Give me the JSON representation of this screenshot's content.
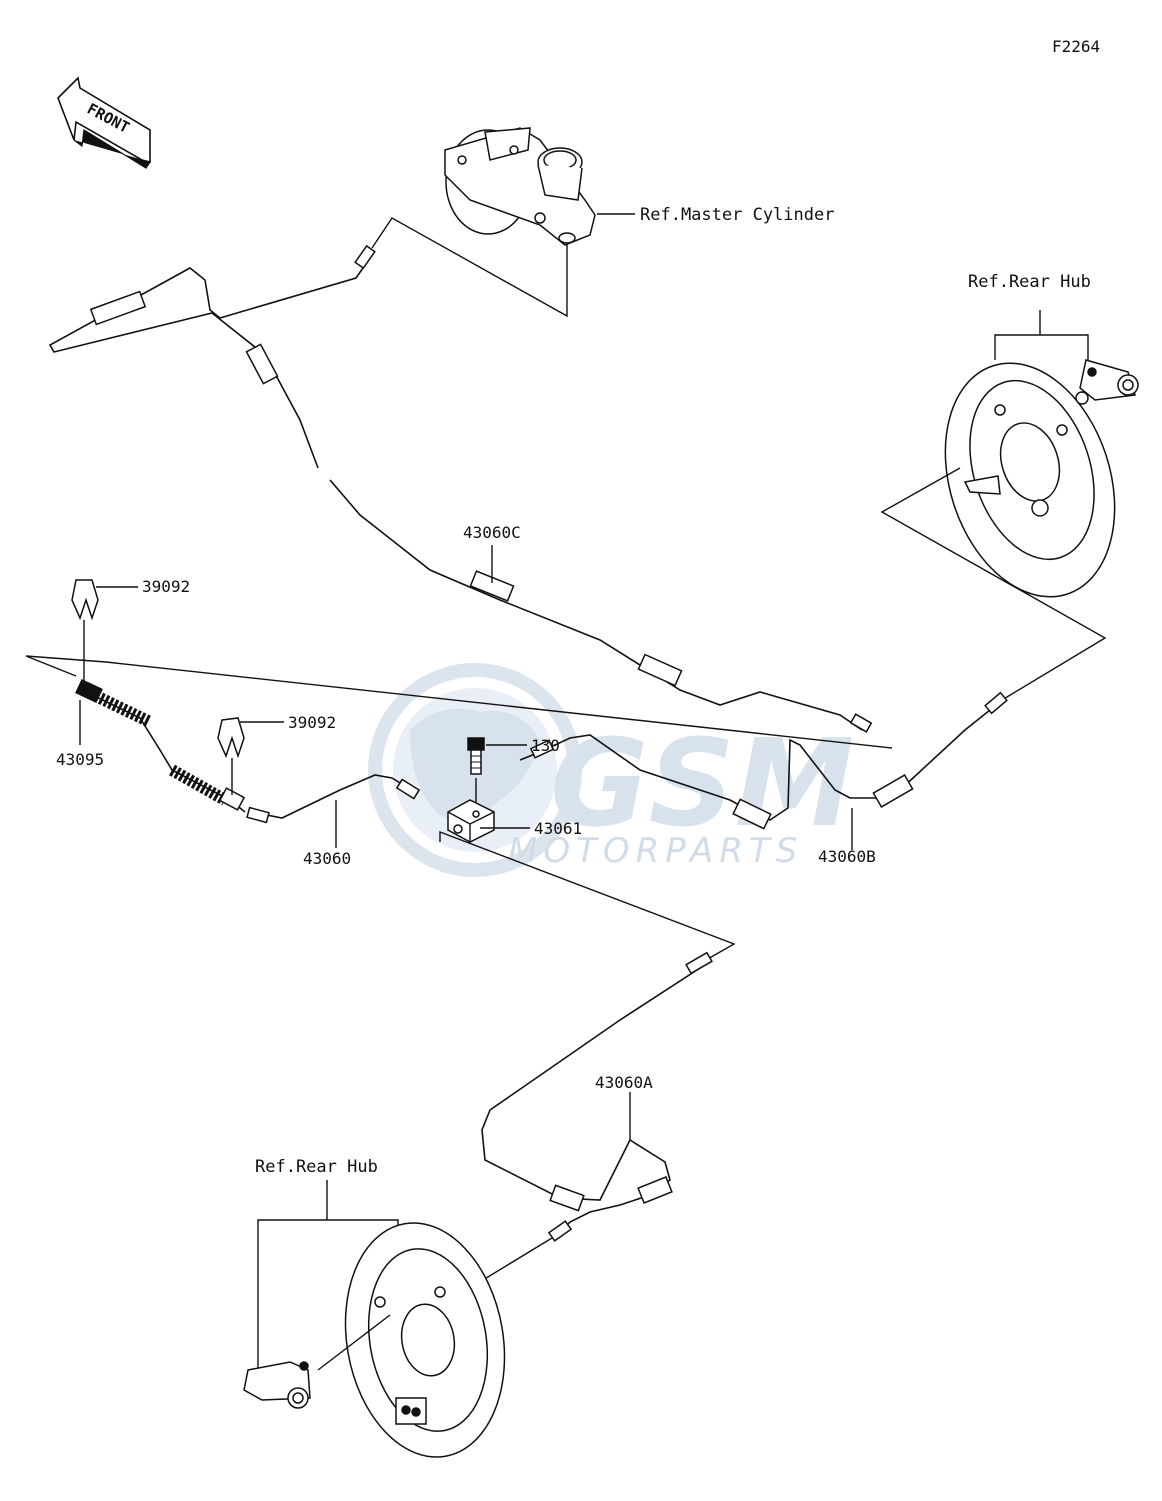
{
  "figure_code": "F2264",
  "front_arrow_label": "FRONT",
  "watermark": {
    "brand": "GSM",
    "tagline": "MOTORPARTS",
    "color": "#cfdbe8"
  },
  "callouts": {
    "master_cylinder": "Ref.Master Cylinder",
    "rear_hub_right": "Ref.Rear Hub",
    "rear_hub_left": "Ref.Rear Hub",
    "pipe_c": "43060C",
    "clamp_top": "39092",
    "clamp_mid": "39092",
    "hose": "43095",
    "bolt": "130",
    "joint": "43061",
    "pipe": "43060",
    "pipe_b": "43060B",
    "pipe_a": "43060A"
  },
  "icons": [
    "front-arrow-icon",
    "master-cylinder-icon",
    "brake-backing-plate-icon",
    "wheel-cylinder-icon",
    "clamp-icon",
    "bolt-icon",
    "joint-block-icon"
  ]
}
